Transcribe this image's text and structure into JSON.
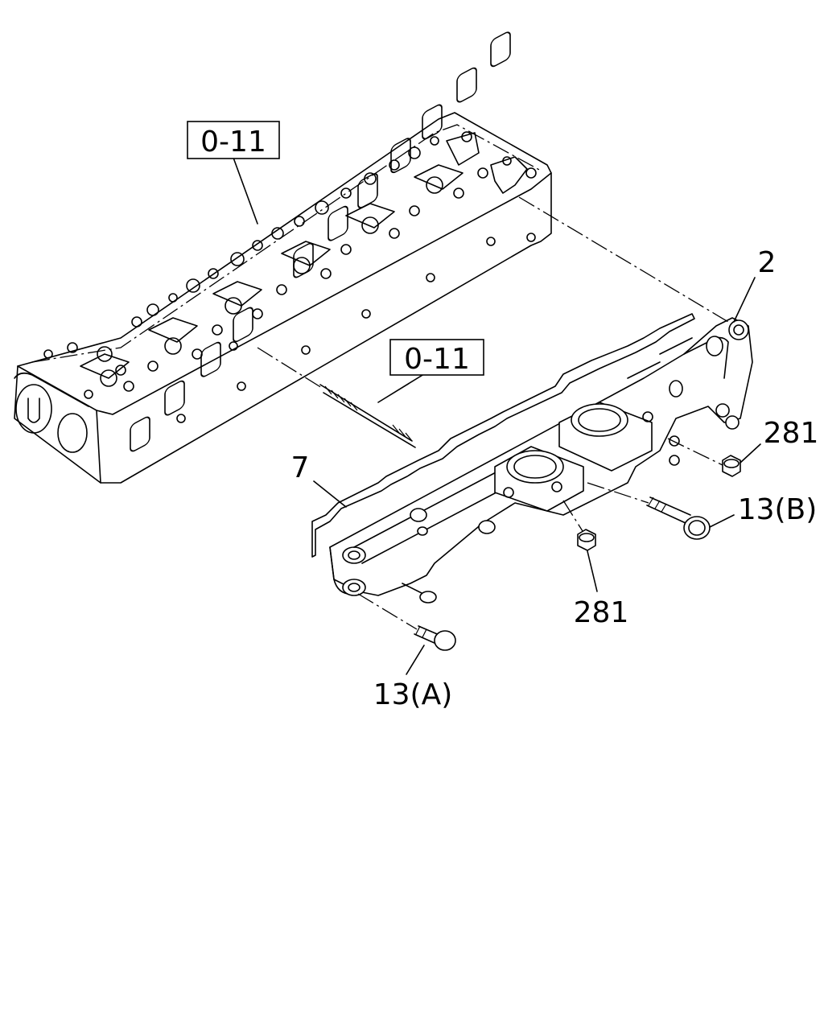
{
  "diagram": {
    "callouts": {
      "ref_top": "0-11",
      "ref_mid": "0-11",
      "part_2": "2",
      "part_7": "7",
      "part_281_right": "281",
      "part_13b": "13(B)",
      "part_281_bottom": "281",
      "part_13a": "13(A)"
    }
  }
}
